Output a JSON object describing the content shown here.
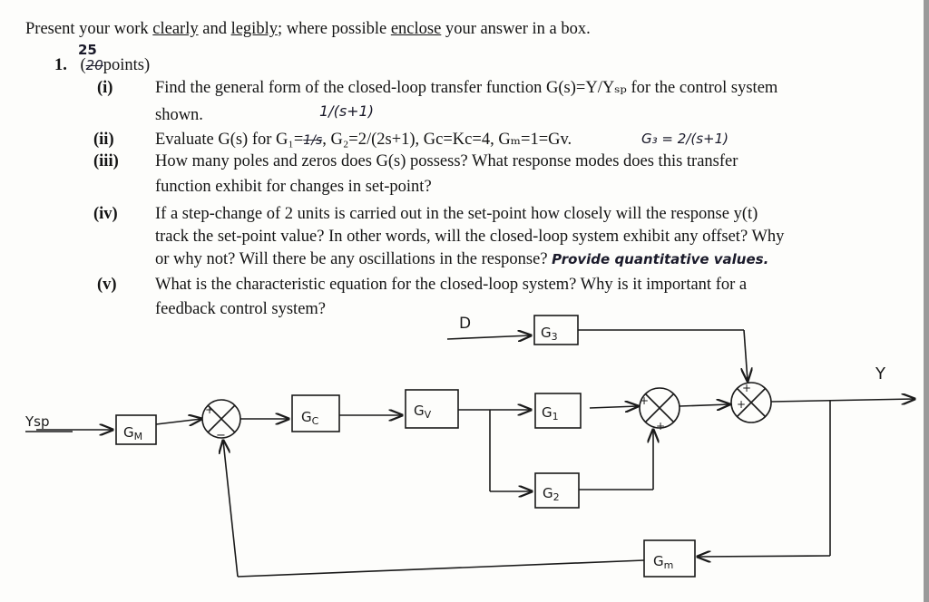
{
  "intro": {
    "pre": "Present your work ",
    "w1": "clearly",
    "mid1": " and ",
    "w2": "legibly",
    "mid2": "; where possible ",
    "w3": "enclose",
    "post": " your answer in a box."
  },
  "question": {
    "number": "1.",
    "points_open": "(",
    "points_struck": "20",
    "points_rest": "points)",
    "points_handwritten": "25"
  },
  "parts": [
    {
      "label": "(i)",
      "lines": [
        "Find the general form of the closed-loop transfer function G(s)=Y/Yₛₚ for the control system",
        "shown."
      ]
    },
    {
      "label": "(ii)",
      "lines": [
        "Evaluate G(s) for G₁=",
        ", G₂=2/(2s+1), Gc=Kc=4, Gₘ=1=Gv."
      ]
    },
    {
      "label": "(iii)",
      "lines": [
        "How many poles and zeros does G(s) possess? What response modes does this transfer",
        "function exhibit for changes in set-point?"
      ]
    },
    {
      "label": "(iv)",
      "lines": [
        "If a step-change of 2 units is carried out in the set-point how closely will the response y(t)",
        "track the set-point value? In other words, will the closed-loop system exhibit any offset? Why",
        "or why not? Will there be any oscillations in the response? "
      ]
    },
    {
      "label": "(v)",
      "lines": [
        "What is the characteristic equation for the closed-loop system? Why is it important for a",
        "feedback control system?"
      ]
    }
  ],
  "handwritten": {
    "g1_value": "1/(s+1)",
    "g1_struck": "1/s",
    "g3_eq": "G₃ = 2/(s+1)",
    "quant": "Provide quantitative values."
  },
  "diagram": {
    "blocks": [
      "Gₘ",
      "Gc",
      "Gv",
      "G₁",
      "G₂",
      "G₃",
      "Gₘ"
    ],
    "signals": {
      "setpoint": "Ysp",
      "disturbance": "D",
      "output": "Y"
    },
    "sum_signs": [
      "+",
      "−",
      "+",
      "+",
      "+",
      "+"
    ]
  }
}
